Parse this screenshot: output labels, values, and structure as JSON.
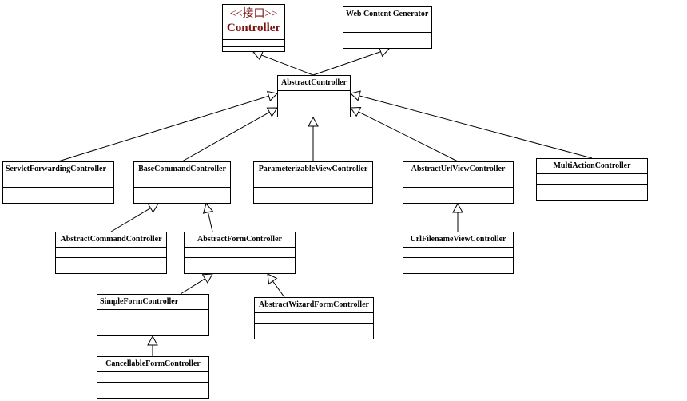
{
  "diagram": {
    "interface": {
      "stereotype": "<<接口>>",
      "name": "Controller"
    },
    "classes": {
      "web_content_generator": "Web Content Generator",
      "abstract_controller": "AbstractController",
      "servlet_forwarding_controller": "ServletForwardingController",
      "base_command_controller": "BaseCommandController",
      "parameterizable_view_controller": "ParameterizableViewController",
      "abstract_url_view_controller": "AbstractUrlViewController",
      "multi_action_controller": "MultiActionController",
      "abstract_command_controller": "AbstractCommandController",
      "abstract_form_controller": "AbstractFormController",
      "url_filename_view_controller": "UrlFilenameViewController",
      "simple_form_controller": "SimpleFormController",
      "abstract_wizard_form_controller": "AbstractWizardFormController",
      "cancellable_form_controller": "CancellableFormController"
    },
    "colors": {
      "line": "#000000",
      "interface_text": "#7a1010",
      "background": "#ffffff"
    }
  }
}
